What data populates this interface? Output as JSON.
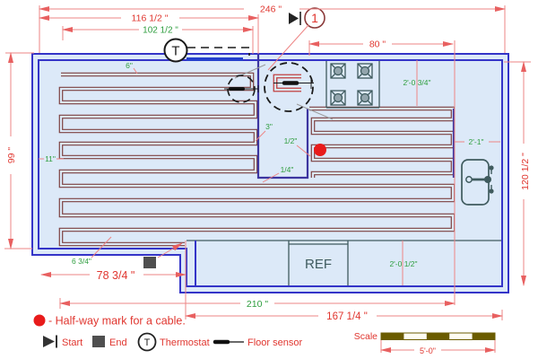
{
  "plan": {
    "dims": {
      "total_width": "246 \"",
      "width_left": "116 1/2 \"",
      "cable_width": "102 1/2 \"",
      "right_zone_width": "80 \"",
      "left_height": "99 \"",
      "total_height": "120 1/2 \"",
      "bottom_left_width": "78 3/4 \"",
      "bottom_width": "210 \"",
      "bottom_right_width": "167 1/4 \""
    },
    "gaps": {
      "top_gap": "6\"",
      "left_gap": "11\"",
      "corridor_gap": "3\"",
      "half_inch": "1/2\"",
      "quarter_inch": "1/4\"",
      "bottom_gap": "6 3/4\"",
      "stove_clear": "2'-0 3/4\"",
      "sink_clear": "2'-1\"",
      "counter_clear": "2'-0 1/2\""
    },
    "fixtures": {
      "fridge": "REF"
    },
    "thermostat": "T",
    "callout": "1"
  },
  "legend": {
    "halfway": "- Half-way mark for a cable.",
    "start": "Start",
    "end": "End",
    "thermostat": "Thermostat",
    "floor_sensor": "Floor sensor"
  },
  "scale": {
    "label": "Scale",
    "length": "5'-0\""
  },
  "colors": {
    "wall_blue": "#3434c8",
    "corridor_purple": "#3c35a0",
    "cable_maroon": "#7d4040",
    "dimension_red": "#e0362f",
    "note_green": "#2f9e3f",
    "floor_fill": "#dce9f8",
    "fixture_slate": "#3f5b5e",
    "halfway_dot_red": "#e81b1b",
    "scale_bar_olive": "#6b5c00"
  }
}
